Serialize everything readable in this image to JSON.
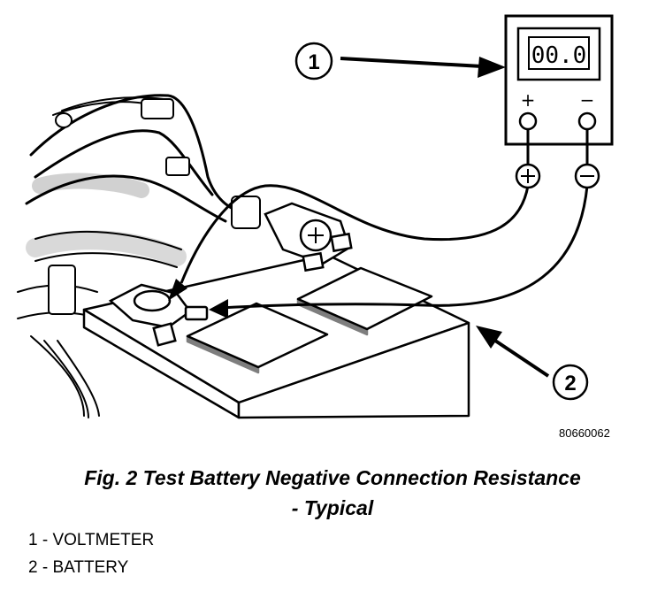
{
  "meter": {
    "display": "00.0",
    "plus_sign": "+",
    "minus_sign": "−"
  },
  "callouts": {
    "c1": "1",
    "c2": "2"
  },
  "figure_code": "80660062",
  "caption": {
    "line1": "Fig. 2 Test Battery Negative Connection Resistance",
    "line2": "- Typical"
  },
  "legend": [
    {
      "text": "1 - VOLTMETER"
    },
    {
      "text": "2 - BATTERY"
    }
  ]
}
